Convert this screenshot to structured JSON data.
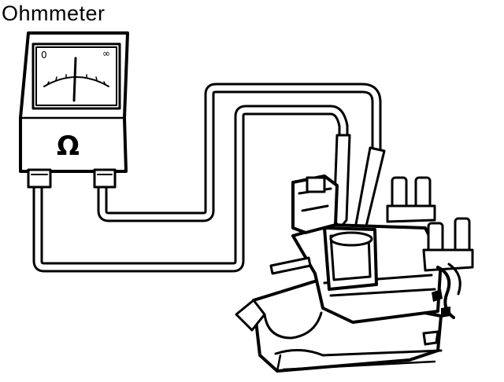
{
  "title": "Ohmmeter",
  "meter": {
    "symbol": "Ω",
    "zero_left": "0",
    "infinity_right": "∞"
  },
  "colors": {
    "ink": "#000000",
    "paper": "#ffffff"
  }
}
